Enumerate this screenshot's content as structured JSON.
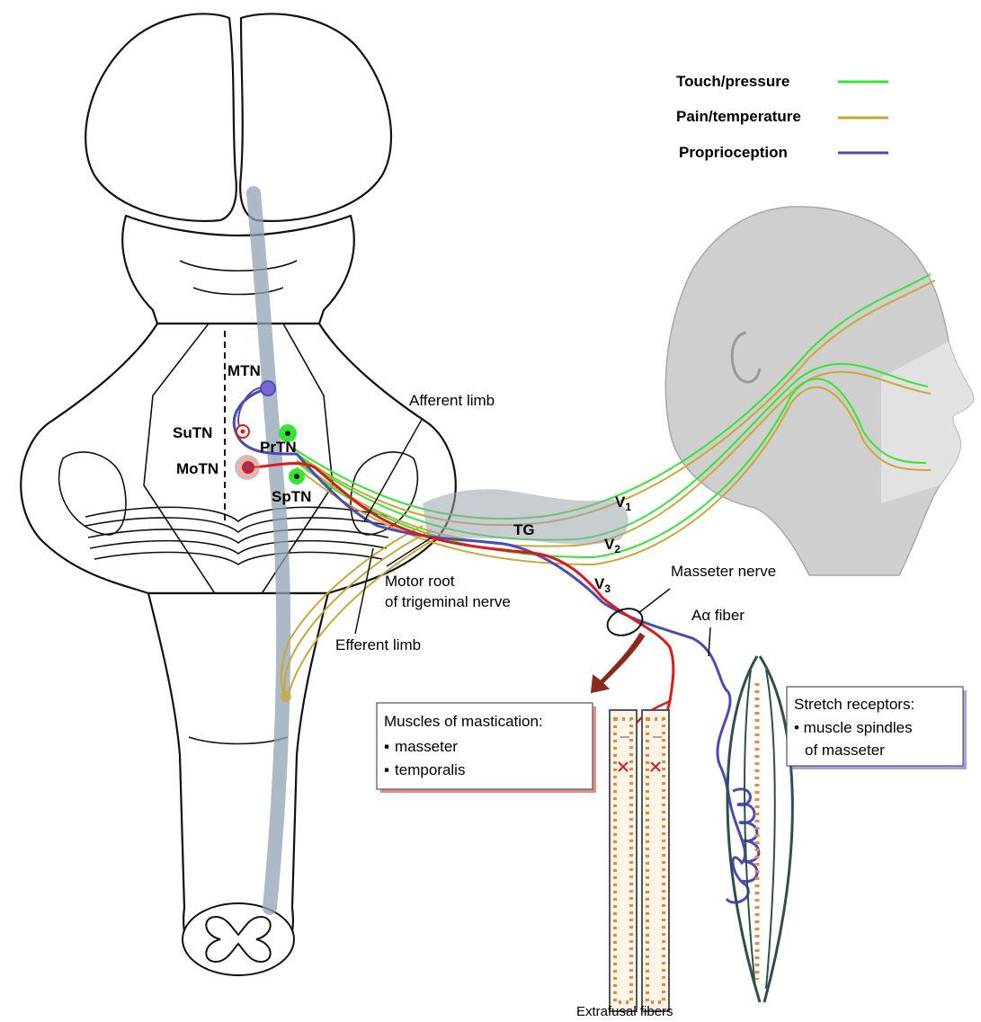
{
  "legend": {
    "items": [
      {
        "label": "Touch/pressure",
        "color": "#33e633"
      },
      {
        "label": "Pain/temperature",
        "color": "#c9a836"
      },
      {
        "label": "Proprioception",
        "color": "#4a4ab8"
      }
    ]
  },
  "nuclei": {
    "mtn": "MTN",
    "sutn": "SuTN",
    "prtn": "PrTN",
    "motn": "MoTN",
    "sptn": "SpTN"
  },
  "labels": {
    "afferent_limb": "Afferent limb",
    "efferent_limb": "Efferent limb",
    "motor_root_1": "Motor root",
    "motor_root_2": "of trigeminal nerve",
    "tg": "TG",
    "v1_base": "V",
    "v1_sub": "1",
    "v2_base": "V",
    "v2_sub": "2",
    "v3_base": "V",
    "v3_sub": "3",
    "masseter_nerve": "Masseter nerve",
    "a_alpha_fiber": "Aα fiber",
    "extrafusal_fibers": "Extrafusal fibers"
  },
  "muscles_box": {
    "title": "Muscles of mastication:",
    "items": [
      "masseter",
      "temporalis"
    ],
    "bullet": "▪",
    "border_color": "#e02020"
  },
  "stretch_box": {
    "title": "Stretch receptors:",
    "line1": "• muscle spindles",
    "line2": "of masseter",
    "border_color": "#4a4ab8"
  },
  "colors": {
    "motor": "#e01818",
    "arrow": "#8b2a1a",
    "ganglion": "#9aa4ad",
    "tract": "#8fa3b3",
    "muscle_stripe": "#e98a3a"
  }
}
